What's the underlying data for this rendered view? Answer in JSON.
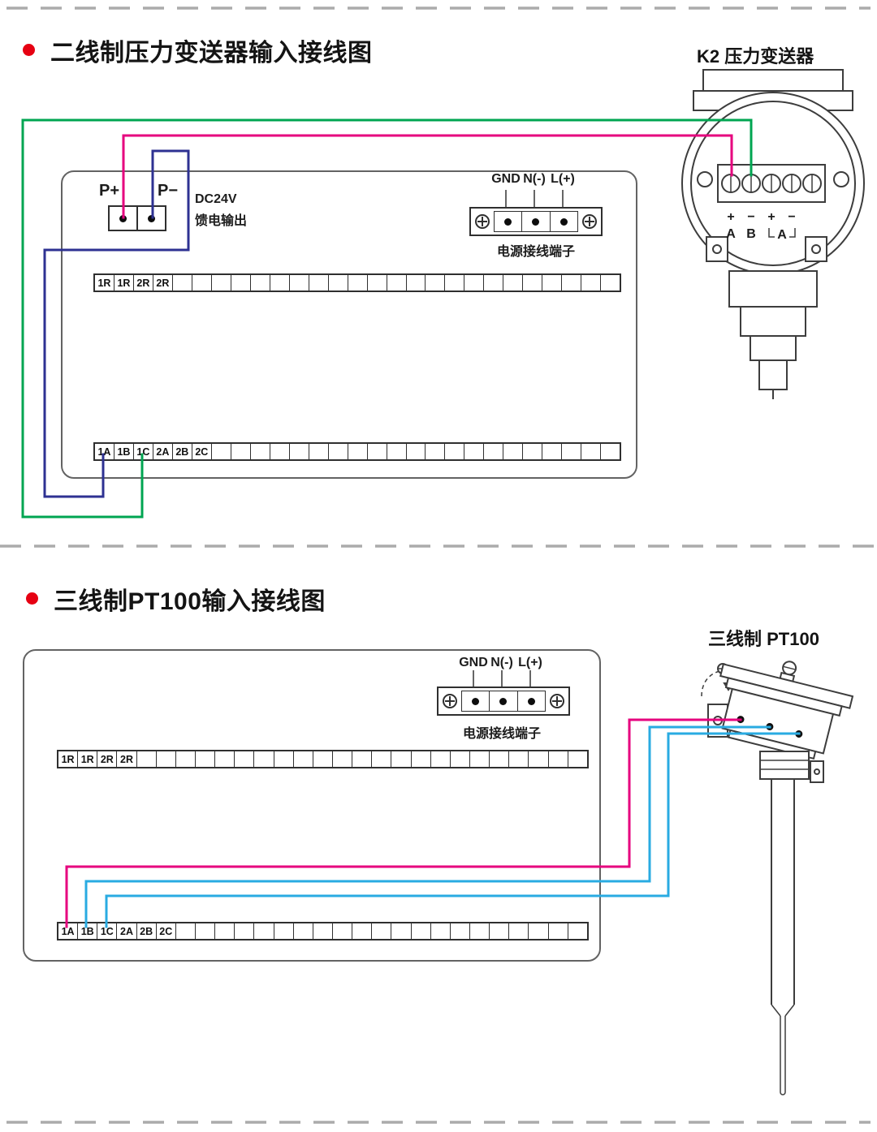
{
  "colors": {
    "wire_pink": "#e6007e",
    "wire_green": "#00a551",
    "wire_navy": "#2e3192",
    "wire_cyan": "#29abe2",
    "bullet_red": "#e60012",
    "diagram_line": "#3d3d3d",
    "panel_border": "#636363",
    "dash_gray": "#ababab"
  },
  "section1": {
    "title": "二线制压力变送器输入接线图",
    "device_label": "K2 压力变送器",
    "feed": {
      "plus": "P+",
      "minus": "P−",
      "caption1": "DC24V",
      "caption2": "馈电输出"
    },
    "power": {
      "gnd": "GND",
      "n": "N(-)",
      "l": "L(+)",
      "caption": "电源接线端子"
    },
    "strip_relay": {
      "labels": [
        "1R",
        "1R",
        "2R",
        "2R"
      ],
      "total_cells": 27
    },
    "strip_input": {
      "labels": [
        "1A",
        "1B",
        "1C",
        "2A",
        "2B",
        "2C"
      ],
      "total_cells": 27
    },
    "transmitter": {
      "polarity": [
        "+",
        "−",
        "+",
        "−"
      ],
      "letters": [
        "A",
        "B",
        "A"
      ]
    }
  },
  "section2": {
    "title": "三线制PT100输入接线图",
    "device_label": "三线制  PT100",
    "power": {
      "gnd": "GND",
      "n": "N(-)",
      "l": "L(+)",
      "caption": "电源接线端子"
    },
    "strip_relay": {
      "labels": [
        "1R",
        "1R",
        "2R",
        "2R"
      ],
      "total_cells": 27
    },
    "strip_input": {
      "labels": [
        "1A",
        "1B",
        "1C",
        "2A",
        "2B",
        "2C"
      ],
      "total_cells": 27
    }
  }
}
